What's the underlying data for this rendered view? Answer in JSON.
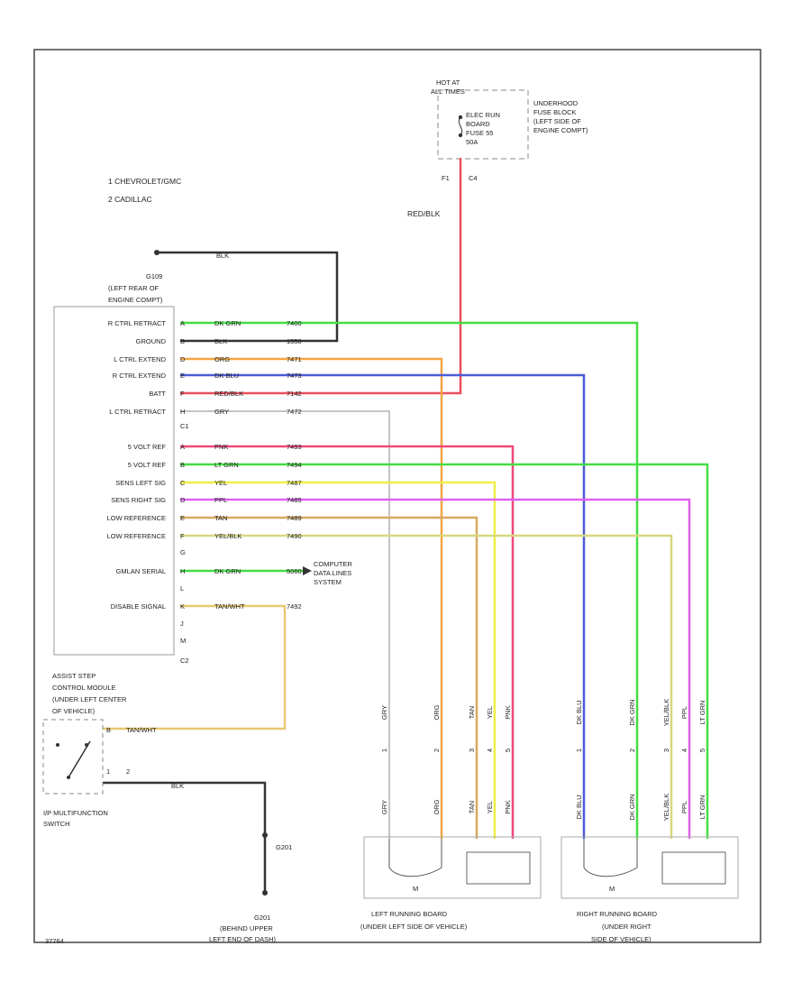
{
  "diagram_code": "37764",
  "legend": {
    "item1": "1  CHEVROLET/GMC",
    "item2": "2  CADILLAC"
  },
  "fuse_block": {
    "hot_at": "HOT AT",
    "all_times": "ALL TIMES",
    "fuse_line1": "ELEC RUN",
    "fuse_line2": "BOARD",
    "fuse_line3": "FUSE 55",
    "fuse_line4": "50A",
    "desc_line1": "UNDERHOOD",
    "desc_line2": "FUSE BLOCK",
    "desc_line3": "(LEFT SIDE OF",
    "desc_line4": "ENGINE COMPT)",
    "pin_left": "F1",
    "pin_right": "C4",
    "wire": "RED/BLK"
  },
  "ground_top": {
    "wire": "BLK"
  },
  "ground_g109": {
    "line1": "G109",
    "line2": "(LEFT REAR OF",
    "line3": "ENGINE COMPT)"
  },
  "module": {
    "title_line1": "ASSIST STEP",
    "title_line2": "CONTROL MODULE",
    "title_line3": "(UNDER LEFT CENTER",
    "title_line4": "OF VEHICLE)",
    "connector1": "C1",
    "connector2": "C2",
    "pins": [
      {
        "label": "R CTRL RETRACT",
        "pin": "A",
        "wire": "DK GRN",
        "circuit": "7400"
      },
      {
        "label": "GROUND",
        "pin": "B",
        "wire": "BLK",
        "circuit": "1550"
      },
      {
        "label": "L CTRL EXTEND",
        "pin": "D",
        "wire": "ORG",
        "circuit": "7471"
      },
      {
        "label": "R CTRL EXTEND",
        "pin": "E",
        "wire": "DK BLU",
        "circuit": "7473"
      },
      {
        "label": "BATT",
        "pin": "F",
        "wire": "RED/BLK",
        "circuit": "7142"
      },
      {
        "label": "L CTRL RETRACT",
        "pin": "H",
        "wire": "GRY",
        "circuit": "7472"
      },
      {
        "label": "5 VOLT REF",
        "pin": "A",
        "wire": "PNK",
        "circuit": "7493"
      },
      {
        "label": "5 VOLT REF",
        "pin": "B",
        "wire": "LT GRN",
        "circuit": "7494"
      },
      {
        "label": "SENS LEFT SIG",
        "pin": "C",
        "wire": "YEL",
        "circuit": "7487"
      },
      {
        "label": "SENS RIGHT SIG",
        "pin": "D",
        "wire": "PPL",
        "circuit": "7485"
      },
      {
        "label": "LOW REFERENCE",
        "pin": "E",
        "wire": "TAN",
        "circuit": "7489"
      },
      {
        "label": "LOW REFERENCE",
        "pin": "F",
        "wire": "YEL/BLK",
        "circuit": "7490"
      },
      {
        "label": "GMLAN SERIAL",
        "pin": "H",
        "wire": "DK GRN",
        "circuit": "5060"
      },
      {
        "label": "DISABLE SIGNAL",
        "pin": "K",
        "wire": "TAN/WHT",
        "circuit": "7492"
      }
    ],
    "extra_pins": {
      "g": "G",
      "l": "L",
      "j": "J",
      "m": "M"
    }
  },
  "computer_data": {
    "line1": "COMPUTER",
    "line2": "DATA LINES",
    "line3": "SYSTEM"
  },
  "switch": {
    "label_line1": "I/P MULTIFUNCTION",
    "label_line2": "SWITCH",
    "pin_a": "1",
    "pin_b": "2",
    "wire_in": "TAN/WHT",
    "wire_out": "BLK",
    "pin_c": "B"
  },
  "ground_g201": {
    "tag": "G201",
    "line1": "G201",
    "line2": "(BEHIND UPPER",
    "line3": "LEFT END OF DASH)"
  },
  "left_board": {
    "title_line1": "LEFT RUNNING BOARD",
    "title_line2": "(UNDER LEFT SIDE OF VEHICLE)",
    "motor": "M",
    "wires": [
      "GRY",
      "ORG",
      "TAN",
      "YEL",
      "PNK"
    ],
    "pins": [
      "1",
      "2",
      "3",
      "4",
      "5"
    ]
  },
  "right_board": {
    "title_line1": "RIGHT RUNNING BOARD",
    "title_line2": "(UNDER RIGHT",
    "title_line3": "SIDE OF VEHICLE)",
    "motor": "M",
    "wires": [
      "DK BLU",
      "DK GRN",
      "YEL/BLK",
      "PPL",
      "LT GRN"
    ],
    "pins": [
      "1",
      "2",
      "3",
      "4",
      "5"
    ]
  },
  "colors": {
    "red": "#e8505a",
    "green": "#44dd44",
    "black": "#333333",
    "orange": "#f5a445",
    "blue": "#4a5bd6",
    "gray": "#b0b0b0",
    "pink": "#f0487a",
    "yellow": "#eeee44",
    "purple": "#e060f0",
    "tan": "#d8a860",
    "yelblk": "#d8d880",
    "tanwht": "#e8c870"
  }
}
